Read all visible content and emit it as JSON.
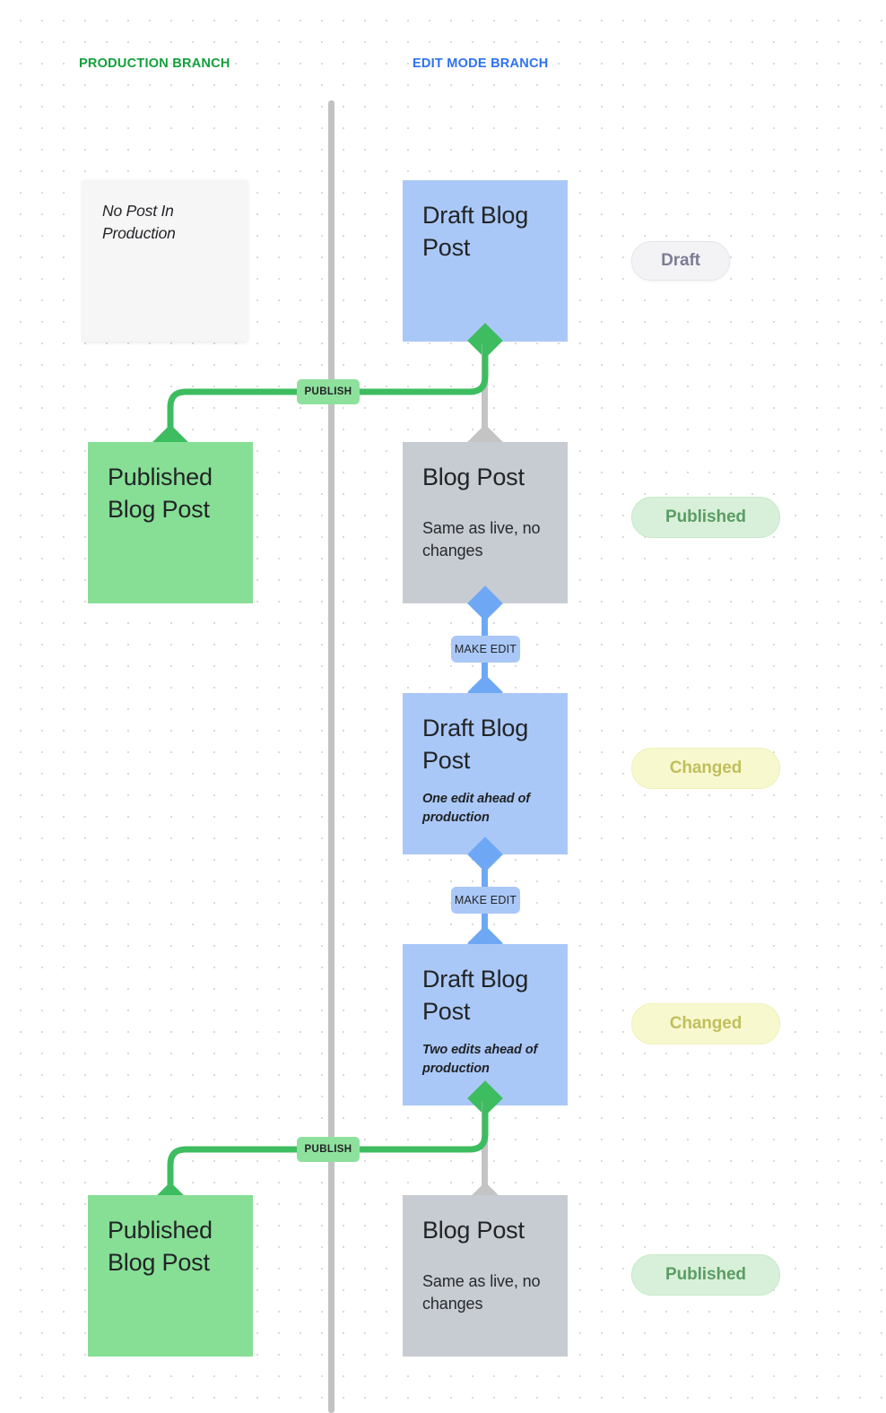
{
  "diagram": {
    "title_prod": "PRODUCTION BRANCH",
    "title_edit": "EDIT MODE BRANCH",
    "colors": {
      "production_green": "#12a03c",
      "edit_blue": "#2e72f0",
      "node_blue": "#aac8f7",
      "node_green": "#86df95",
      "node_grey": "#c7ccd3",
      "diamond_green": "#3dbd5f",
      "diamond_blue": "#6ea8f5",
      "diamond_grey": "#c4c4c4",
      "divider_grey": "#c2c2c2"
    }
  },
  "nodes": {
    "empty_prod": {
      "title": "No Post In Production"
    },
    "draft_1": {
      "title": "Draft Blog Post",
      "sub": ""
    },
    "published_1": {
      "title": "Published Blog Post"
    },
    "blogpost_1": {
      "title": "Blog Post",
      "sub": "Same as live, no changes"
    },
    "draft_2": {
      "title": "Draft Blog Post",
      "sub": "One edit ahead of production"
    },
    "draft_3": {
      "title": "Draft Blog Post",
      "sub": "Two edits ahead of production"
    },
    "published_2": {
      "title": "Published Blog Post"
    },
    "blogpost_2": {
      "title": "Blog Post",
      "sub": "Same as live, no changes"
    }
  },
  "connectors": {
    "publish_1": "PUBLISH",
    "make_edit_1": "MAKE EDIT",
    "make_edit_2": "MAKE EDIT",
    "publish_2": "PUBLISH"
  },
  "status": {
    "draft": "Draft",
    "published_1": "Published",
    "changed_1": "Changed",
    "changed_2": "Changed",
    "published_2": "Published"
  }
}
